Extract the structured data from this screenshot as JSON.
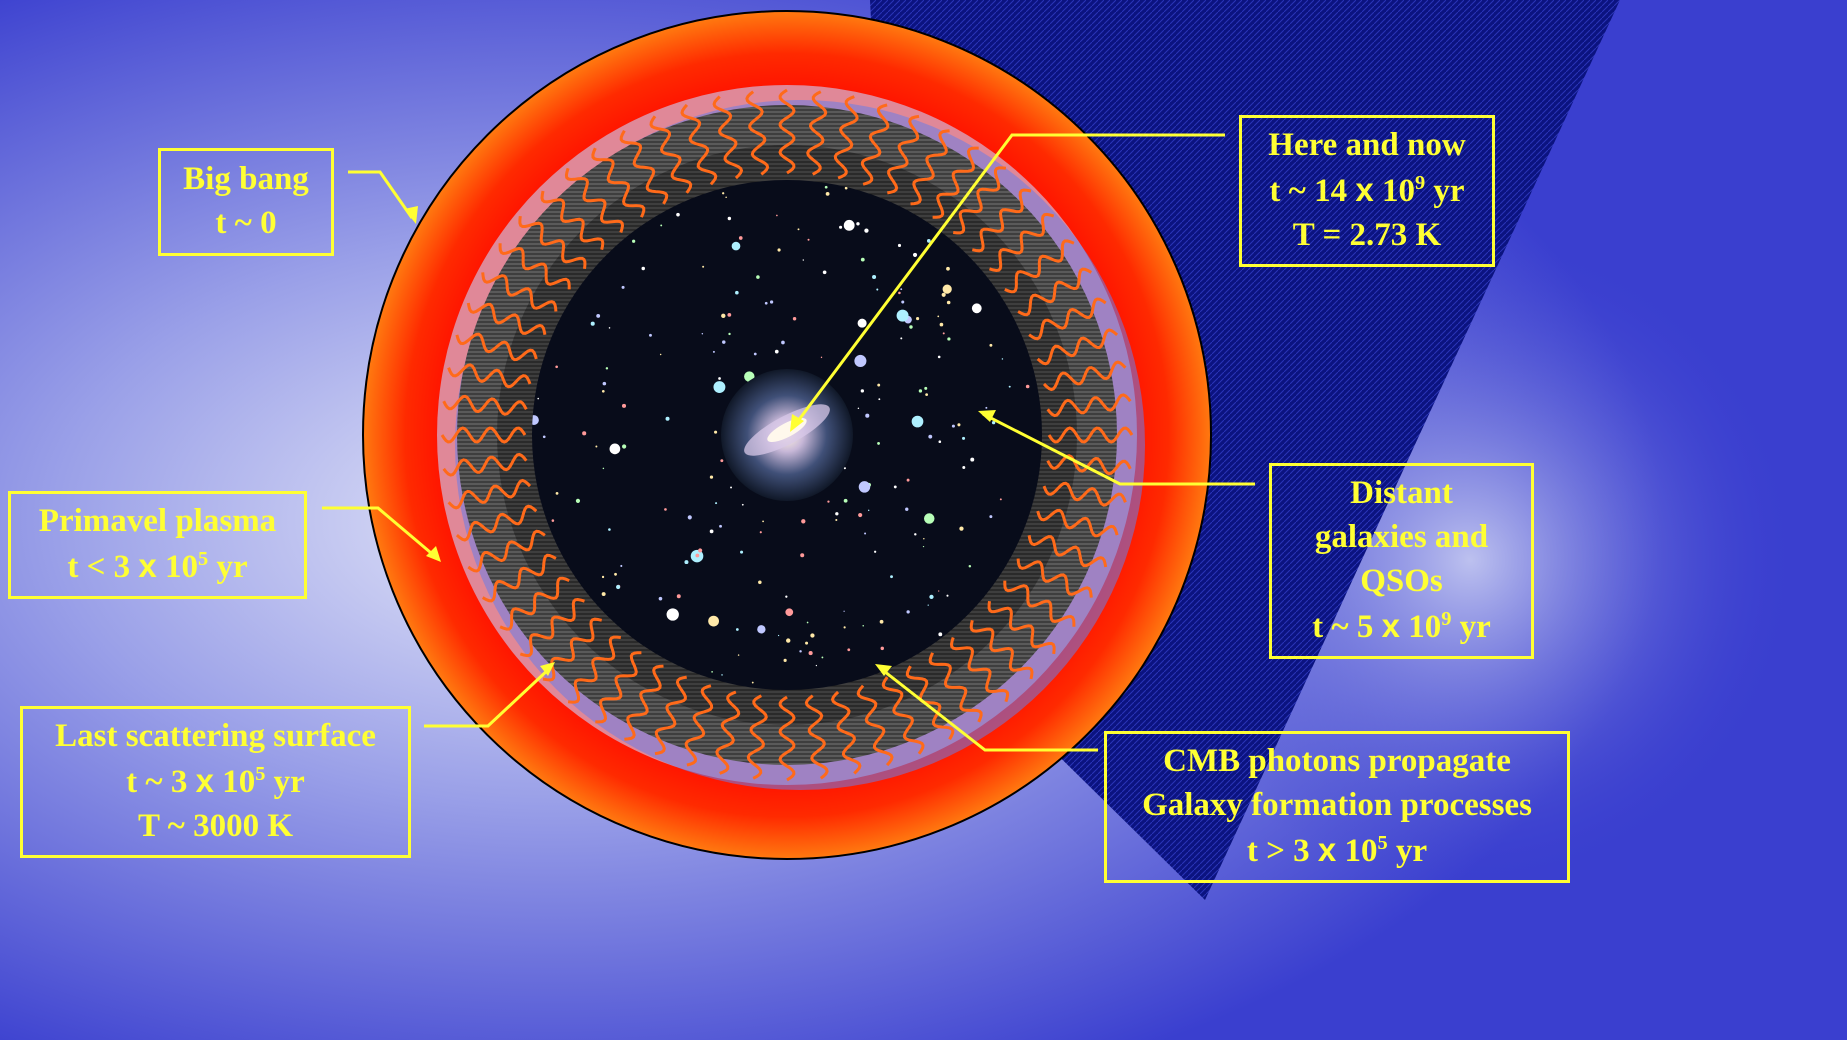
{
  "colors": {
    "background": "#3a3fcf",
    "highlight": "#d8dcf6",
    "dark_band": "#0a1270",
    "plasma_outer": "#ff6a00",
    "plasma_inner": "#ff1a00",
    "last_scatter_ring": "#e88a9a",
    "cmb_wave": "#ff6a1a",
    "label": "#ffff33",
    "space": "#080c1a"
  },
  "labels": {
    "big_bang": {
      "line1": "Big bang",
      "line2": "t ~ 0"
    },
    "plasma": {
      "line1": "Primavel plasma",
      "line2_pre": "t < 3 ",
      "line2_x": "x",
      "line2_mid": " 10",
      "line2_sup": "5",
      "line2_post": " yr"
    },
    "last_scattering": {
      "line1": "Last scattering surface",
      "line2_pre": "t ~ 3 ",
      "line2_x": "x",
      "line2_mid": " 10",
      "line2_sup": "5",
      "line2_post": " yr",
      "line3": "T ~ 3000 K"
    },
    "here_now": {
      "line1": "Here and now",
      "line2_pre": "t ~ 14 ",
      "line2_x": "x",
      "line2_mid": " 10",
      "line2_sup": "9",
      "line2_post": " yr",
      "line3": "T = 2.73 K"
    },
    "distant": {
      "line1": "Distant",
      "line2": "galaxies and",
      "line3": "QSOs",
      "line4_pre": "t ~ 5 ",
      "line4_x": "x",
      "line4_mid": " 10",
      "line4_sup": "9",
      "line4_post": " yr"
    },
    "cmb": {
      "line1": "CMB photons propagate",
      "line2": "Galaxy formation processes",
      "line3_pre": "t > 3 ",
      "line3_x": "x",
      "line3_mid": " 10",
      "line3_sup": "5",
      "line3_post": " yr"
    }
  },
  "icons": {
    "center": "spiral-galaxy-icon",
    "photons": "wave-photon-icon",
    "stars": "star-icon"
  }
}
